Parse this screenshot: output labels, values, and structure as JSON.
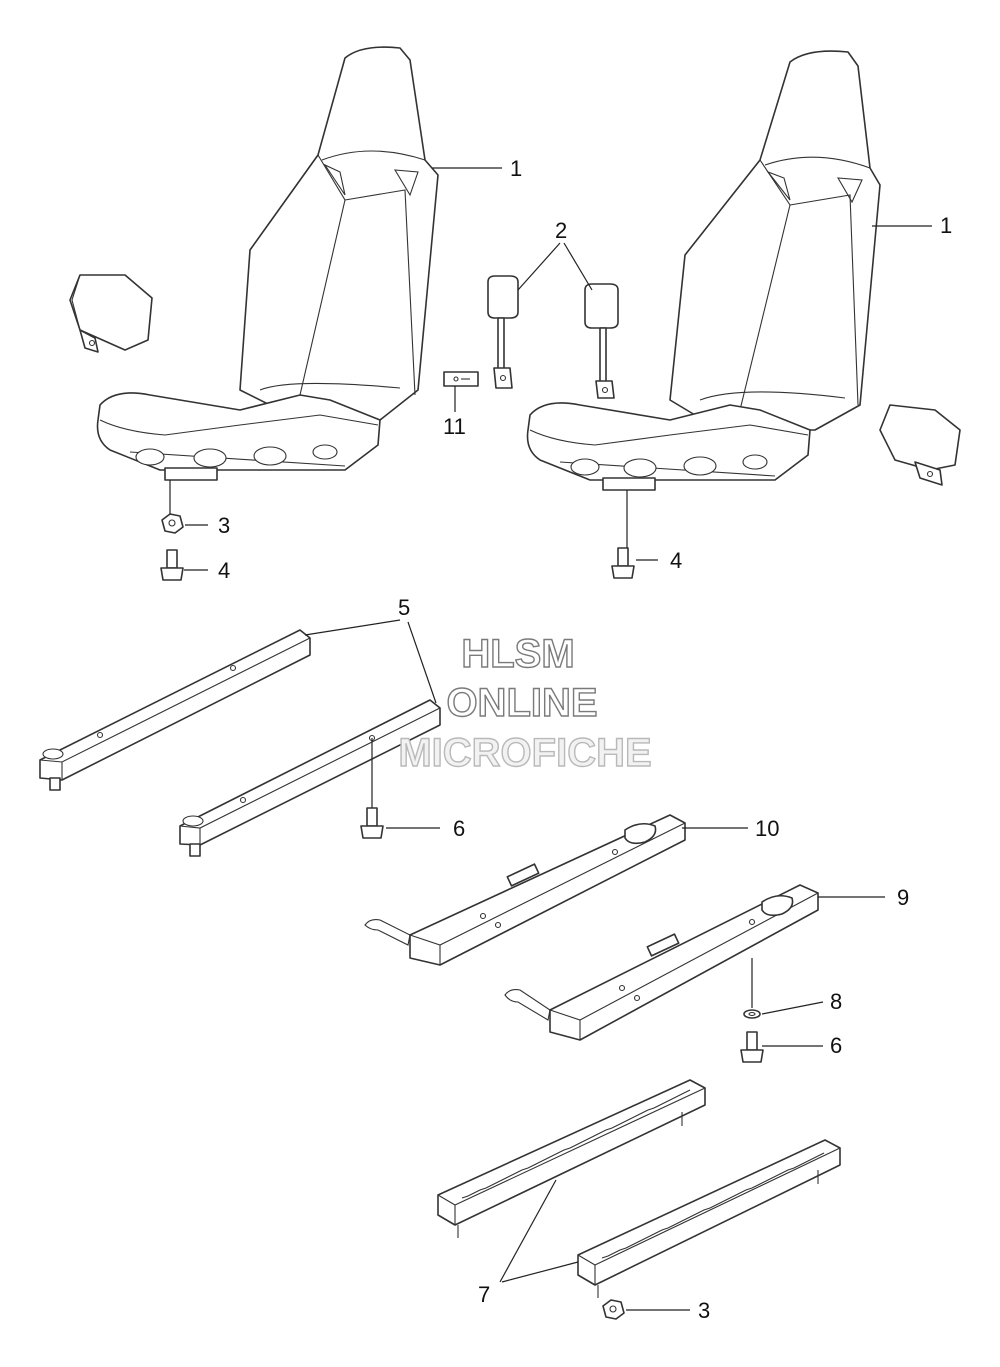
{
  "callouts": {
    "c1a": "1",
    "c1b": "1",
    "c2": "2",
    "c3a": "3",
    "c3b": "3",
    "c4a": "4",
    "c4b": "4",
    "c5": "5",
    "c6a": "6",
    "c6b": "6",
    "c7": "7",
    "c8": "8",
    "c9": "9",
    "c10": "10",
    "c11": "11"
  },
  "watermark": {
    "line1": "HLSM",
    "line2": "ONLINE",
    "line3": "MICROFICHE"
  }
}
